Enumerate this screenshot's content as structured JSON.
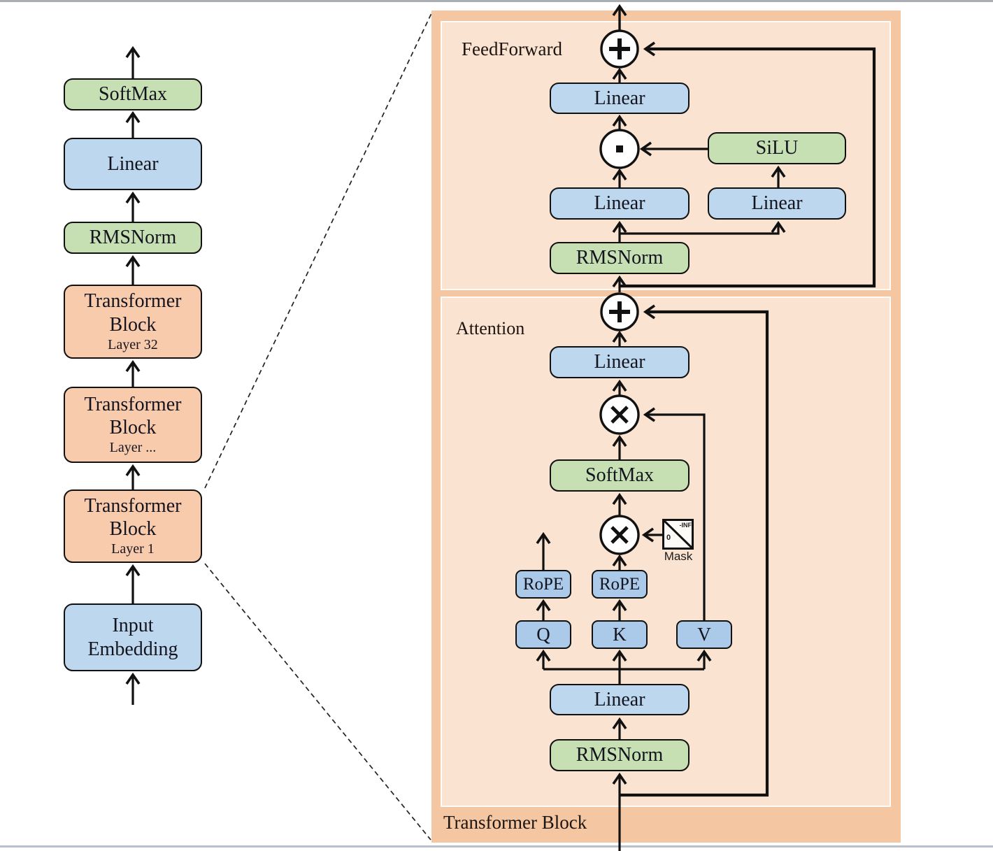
{
  "colors": {
    "panel_outer": "#f4c7a2",
    "panel_inner": "#fbe3d1",
    "block_green": "#c6e0b4",
    "block_blue": "#bdd7ee",
    "block_blue_dark": "#abc9e9",
    "block_orange": "#f8cbad",
    "line": "#111111"
  },
  "left_column": {
    "blocks": [
      {
        "label": "SoftMax"
      },
      {
        "label": "Linear"
      },
      {
        "label": "RMSNorm"
      },
      {
        "lines": [
          "Transformer",
          "Block"
        ],
        "sublabel": "Layer 32"
      },
      {
        "lines": [
          "Transformer",
          "Block"
        ],
        "sublabel": "Layer ..."
      },
      {
        "lines": [
          "Transformer",
          "Block"
        ],
        "sublabel": "Layer 1"
      },
      {
        "lines": [
          "Input",
          "Embedding"
        ]
      }
    ]
  },
  "right_panel": {
    "title": "Transformer Block",
    "feedforward": {
      "label": "FeedForward",
      "linear_out": "Linear",
      "silu": "SiLU",
      "linear_gate": "Linear",
      "linear_up": "Linear",
      "rmsnorm": "RMSNorm"
    },
    "attention": {
      "label": "Attention",
      "linear_out": "Linear",
      "softmax": "SoftMax",
      "mask": {
        "label": "Mask",
        "upper": "-INF",
        "lower": "0"
      },
      "rope_q": "RoPE",
      "rope_k": "RoPE",
      "q": "Q",
      "k": "K",
      "v": "V",
      "linear_qkv": "Linear",
      "rmsnorm": "RMSNorm"
    }
  }
}
